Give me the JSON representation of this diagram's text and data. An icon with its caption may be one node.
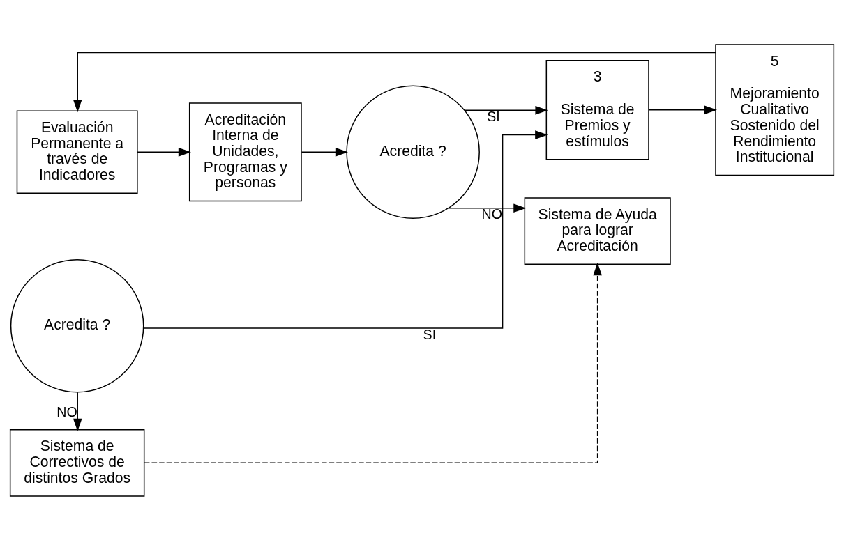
{
  "diagram": {
    "nodes": [
      {
        "text": [
          "Evaluación Permanente a través de Indicadores"
        ]
      },
      {
        "text": [
          "Acreditación Interna de Unidades, Programas y personas"
        ]
      },
      {
        "text": [
          "Acredita ?"
        ]
      },
      {
        "text": [
          "3",
          "Sistema de Premios y estímulos"
        ]
      },
      {
        "text": [
          "5",
          "Mejoramiento Cualitativo Sostenido del Rendimiento Institucional"
        ]
      },
      {
        "text": [
          "Sistema de Ayuda para lograr Acreditación"
        ]
      },
      {
        "text": [
          "Sistema de Correctivos de distintos Grados"
        ]
      },
      {
        "text": [
          "Acredita ?"
        ]
      }
    ],
    "edges": [
      {
        "from": 0,
        "to": 1,
        "arrow": "to"
      },
      {
        "from": 1,
        "to": 2,
        "arrow": "to"
      },
      {
        "from": 2,
        "to": 3,
        "arrow": "to",
        "label": "SI"
      },
      {
        "from": 3,
        "to": 4,
        "arrow": "to"
      },
      {
        "from": 2,
        "to": 5,
        "arrow": "to",
        "label": "NO"
      },
      {
        "from": 6,
        "to": 5,
        "arrow": "to",
        "style": "dashed"
      },
      {
        "from": 7,
        "to": 3,
        "arrow": "to",
        "label": "SI"
      },
      {
        "from": 7,
        "to": 6,
        "arrow": "to",
        "label": "NO"
      },
      {
        "from": 4,
        "to": 0,
        "arrow": "to"
      }
    ]
  }
}
